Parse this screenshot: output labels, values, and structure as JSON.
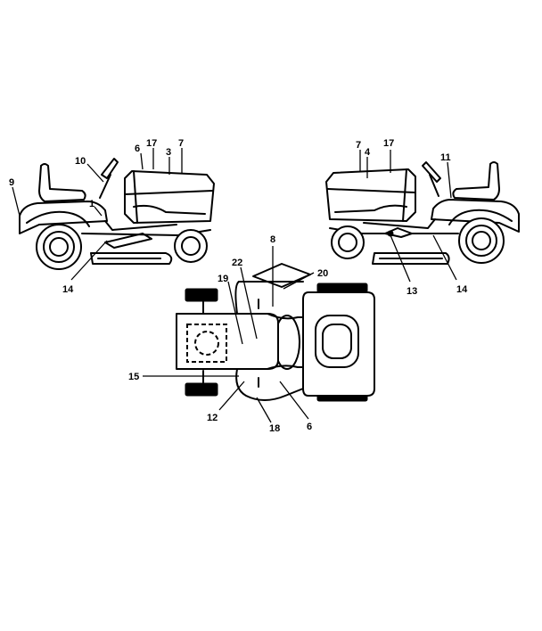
{
  "labels": {
    "l_left_6": "6",
    "l_left_17": "17",
    "l_left_3": "3",
    "l_left_7": "7",
    "l_left_10": "10",
    "l_left_9": "9",
    "l_left_1": "1",
    "l_left_14": "14",
    "l_right_7": "7",
    "l_right_4": "4",
    "l_right_17": "17",
    "l_right_11": "11",
    "l_right_13": "13",
    "l_right_14": "14",
    "l_top_8": "8",
    "l_top_22": "22",
    "l_top_20": "20",
    "l_top_19": "19",
    "l_top_15": "15",
    "l_top_12": "12",
    "l_top_18": "18",
    "l_top_6": "6"
  }
}
